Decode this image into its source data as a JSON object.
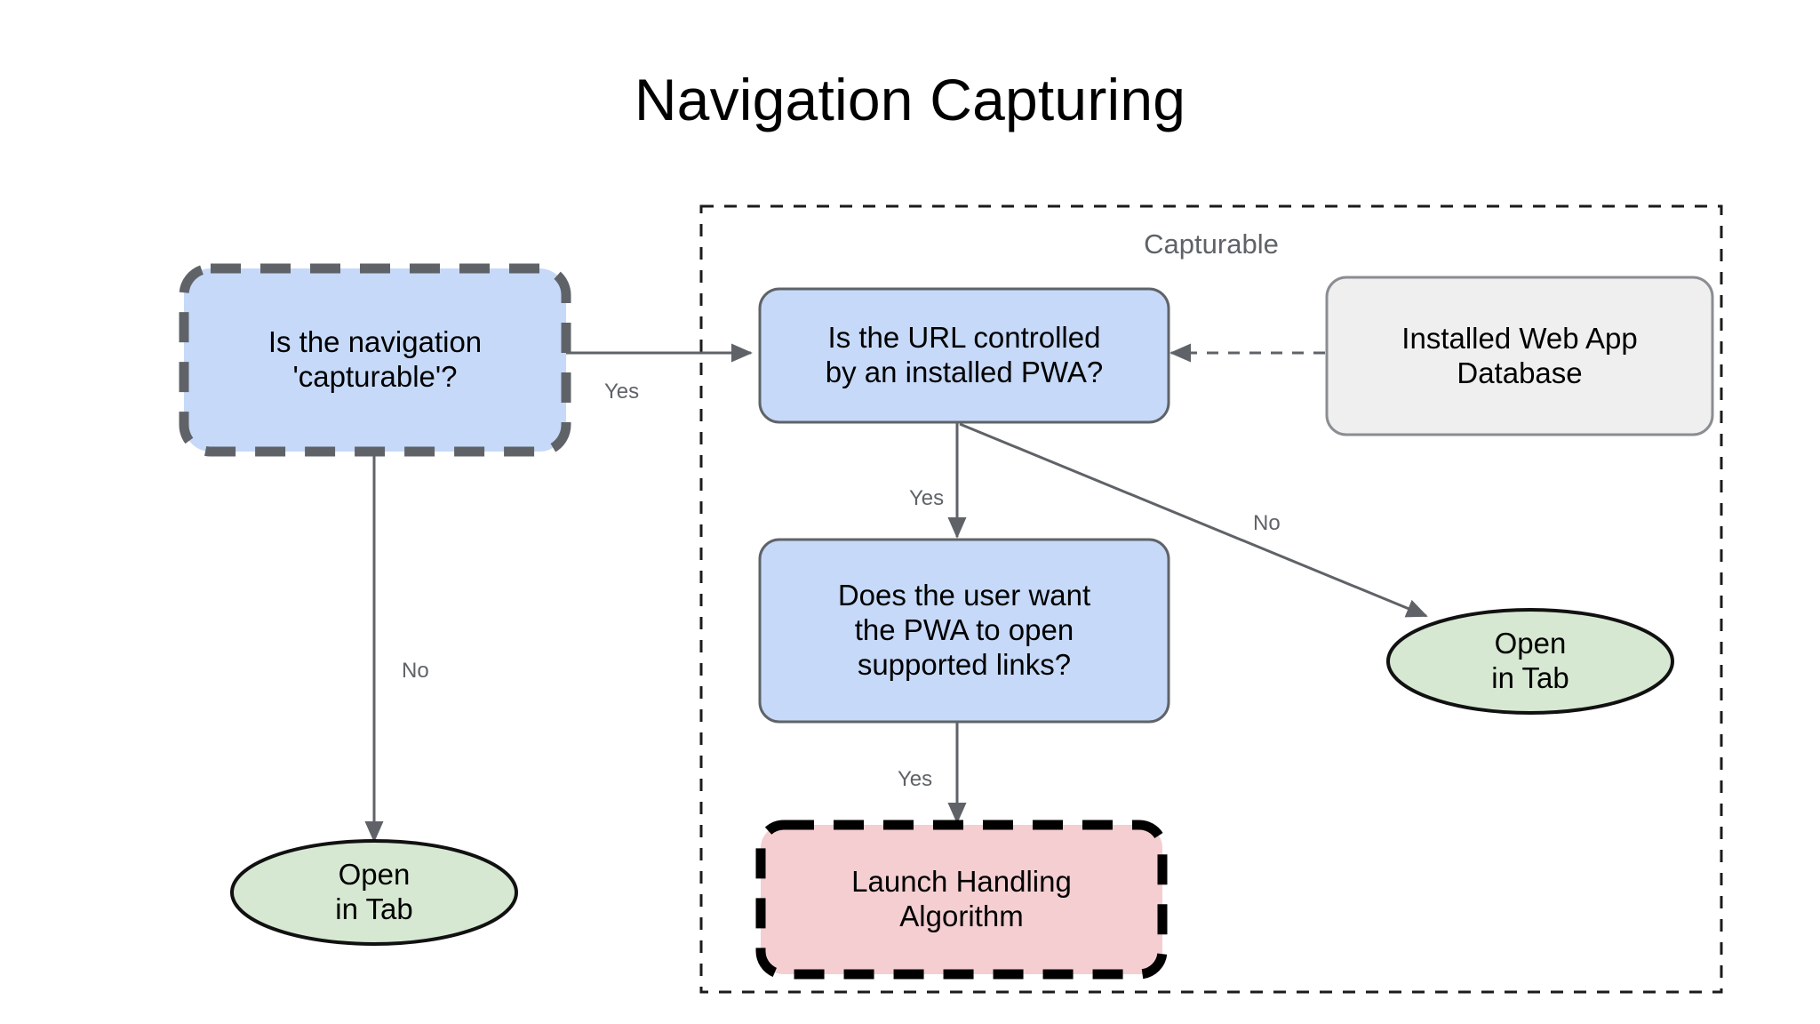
{
  "title": "Navigation Capturing",
  "colors": {
    "blue_fill": "#c6d9f8",
    "blue_stroke": "#5f6368",
    "gray_fill": "#efefef",
    "gray_stroke": "#8a8d91",
    "green_fill": "#d6e8d2",
    "green_stroke": "#111111",
    "pink_fill": "#f4ced1",
    "pink_stroke": "#000000",
    "edge_stroke": "#5f6368",
    "group_stroke": "#1b1b1b",
    "label_text": "#5f6368",
    "node_text": "#000000"
  },
  "group": {
    "label": "Capturable"
  },
  "nodes": [
    {
      "id": "is-navigation-capturable",
      "label": "Is the navigation\n'capturable'?",
      "shape": "rounded-rect",
      "style": "blue-dashed-thick"
    },
    {
      "id": "is-url-controlled",
      "label": "Is the URL controlled\nby an installed PWA?",
      "shape": "rounded-rect",
      "style": "blue-solid"
    },
    {
      "id": "installed-web-app-database",
      "label": "Installed Web App\nDatabase",
      "shape": "rounded-rect",
      "style": "gray-solid"
    },
    {
      "id": "does-user-want-pwa",
      "label": "Does the user want\nthe PWA to open\nsupported links?",
      "shape": "rounded-rect",
      "style": "blue-solid"
    },
    {
      "id": "launch-handling-algorithm",
      "label": "Launch Handling\nAlgorithm",
      "shape": "rounded-rect",
      "style": "pink-dashed-thick"
    },
    {
      "id": "open-in-tab-left",
      "label": "Open\nin Tab",
      "shape": "ellipse",
      "style": "green-solid"
    },
    {
      "id": "open-in-tab-right",
      "label": "Open\nin Tab",
      "shape": "ellipse",
      "style": "green-solid"
    }
  ],
  "edges": [
    {
      "id": "capturable-yes",
      "from": "is-navigation-capturable",
      "to": "is-url-controlled",
      "label": "Yes",
      "style": "solid"
    },
    {
      "id": "capturable-no",
      "from": "is-navigation-capturable",
      "to": "open-in-tab-left",
      "label": "No",
      "style": "solid"
    },
    {
      "id": "url-controlled-yes",
      "from": "is-url-controlled",
      "to": "does-user-want-pwa",
      "label": "Yes",
      "style": "solid"
    },
    {
      "id": "url-controlled-no",
      "from": "is-url-controlled",
      "to": "open-in-tab-right",
      "label": "No",
      "style": "solid"
    },
    {
      "id": "user-want-yes",
      "from": "does-user-want-pwa",
      "to": "launch-handling-algorithm",
      "label": "Yes",
      "style": "solid"
    },
    {
      "id": "database-lookup",
      "from": "installed-web-app-database",
      "to": "is-url-controlled",
      "label": "",
      "style": "dashed"
    }
  ]
}
